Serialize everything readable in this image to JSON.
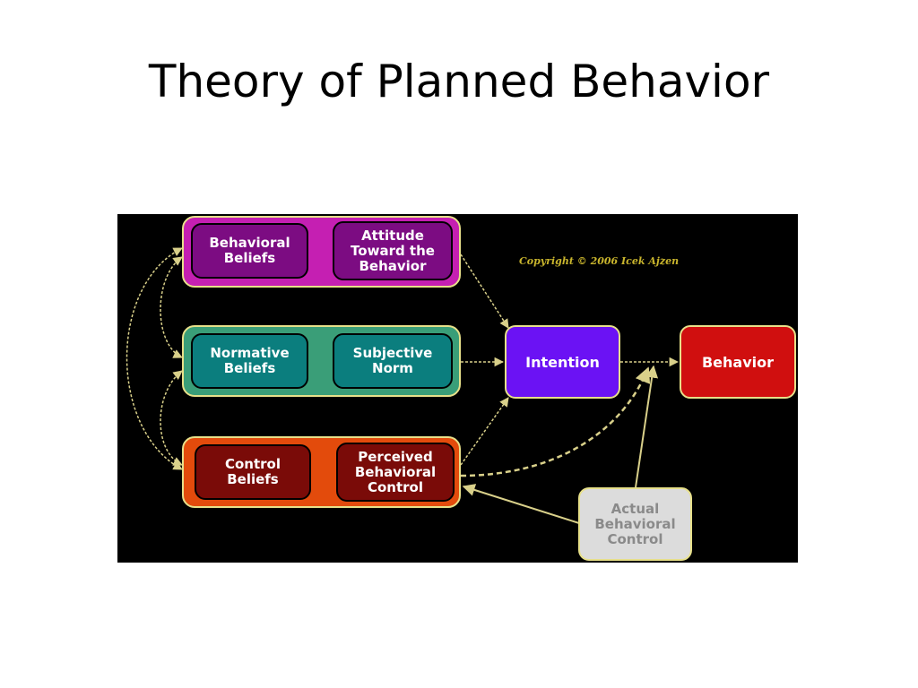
{
  "slide": {
    "title": "Theory of Planned Behavior"
  },
  "diagram": {
    "copyright": "Copyright © 2006 Icek Ajzen",
    "nodes": {
      "behavioral_beliefs": "Behavioral\nBeliefs",
      "attitude": "Attitude\nToward the\nBehavior",
      "normative_beliefs": "Normative\nBeliefs",
      "subjective_norm": "Subjective\nNorm",
      "control_beliefs": "Control\nBeliefs",
      "perceived_control": "Perceived\nBehavioral\nControl",
      "intention": "Intention",
      "behavior": "Behavior",
      "actual_control": "Actual\nBehavioral\nControl"
    },
    "colors": {
      "background": "#000000",
      "attitude_group": "#c51fb2",
      "attitude_boxes": "#7c0c82",
      "norm_group": "#3a9e78",
      "norm_boxes": "#0b7e7e",
      "control_group": "#e34b0c",
      "control_boxes": "#7a0b08",
      "intention": "#6b12f4",
      "behavior": "#d00f0f",
      "actual_control": "#dcdcdc",
      "arrow": "#d9d08a"
    }
  }
}
